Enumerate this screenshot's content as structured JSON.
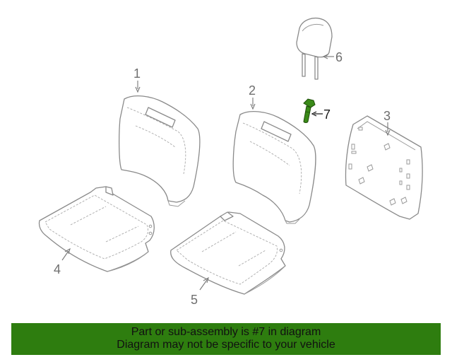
{
  "callouts": {
    "c1": "1",
    "c2": "2",
    "c3": "3",
    "c4": "4",
    "c5": "5",
    "c6": "6",
    "c7": "7"
  },
  "highlight_part": "7",
  "colors": {
    "highlight_green": "#2e7d0f",
    "part_green": "#3a8a18",
    "line_gray": "#8a8a8a"
  },
  "banner": {
    "line1": "Part or sub-assembly is #7 in diagram",
    "line2": "Diagram may not be specific to your vehicle"
  }
}
